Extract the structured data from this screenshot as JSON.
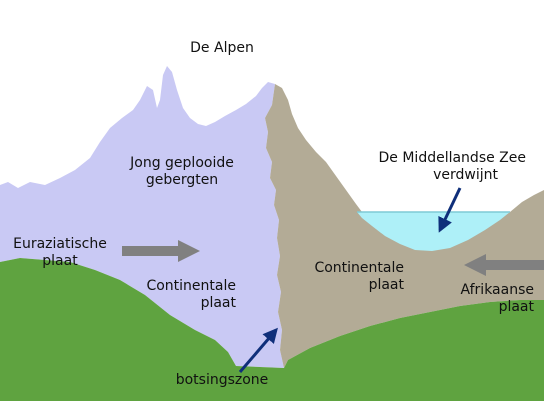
{
  "labels": {
    "alps": "De Alpen",
    "young_mountains_line1": "Jong geplooide",
    "young_mountains_line2": "gebergten",
    "mediterranean_line1": "De Middellandse Zee",
    "mediterranean_line2": "verdwijnt",
    "eurasian_line1": "Euraziatische",
    "eurasian_line2": "plaat",
    "continental_left_line1": "Continentale",
    "continental_left_line2": "plaat",
    "continental_right_line1": "Continentale",
    "continental_right_line2": "plaat",
    "african_line1": "Afrikaanse",
    "african_line2": "plaat",
    "collision_zone": "botsingszone"
  },
  "colors": {
    "eurasian_plate": "#c9c9f4",
    "african_plate": "#b3ab96",
    "sea": "#aef0f8",
    "ground": "#5fa340",
    "arrow_push": "#808080",
    "arrow_pointer": "#0f2f7a"
  },
  "icons": {
    "push_arrow": "arrow-right",
    "push_arrow_african": "arrow-left",
    "pointer_arrow": "arrow-diagonal"
  }
}
